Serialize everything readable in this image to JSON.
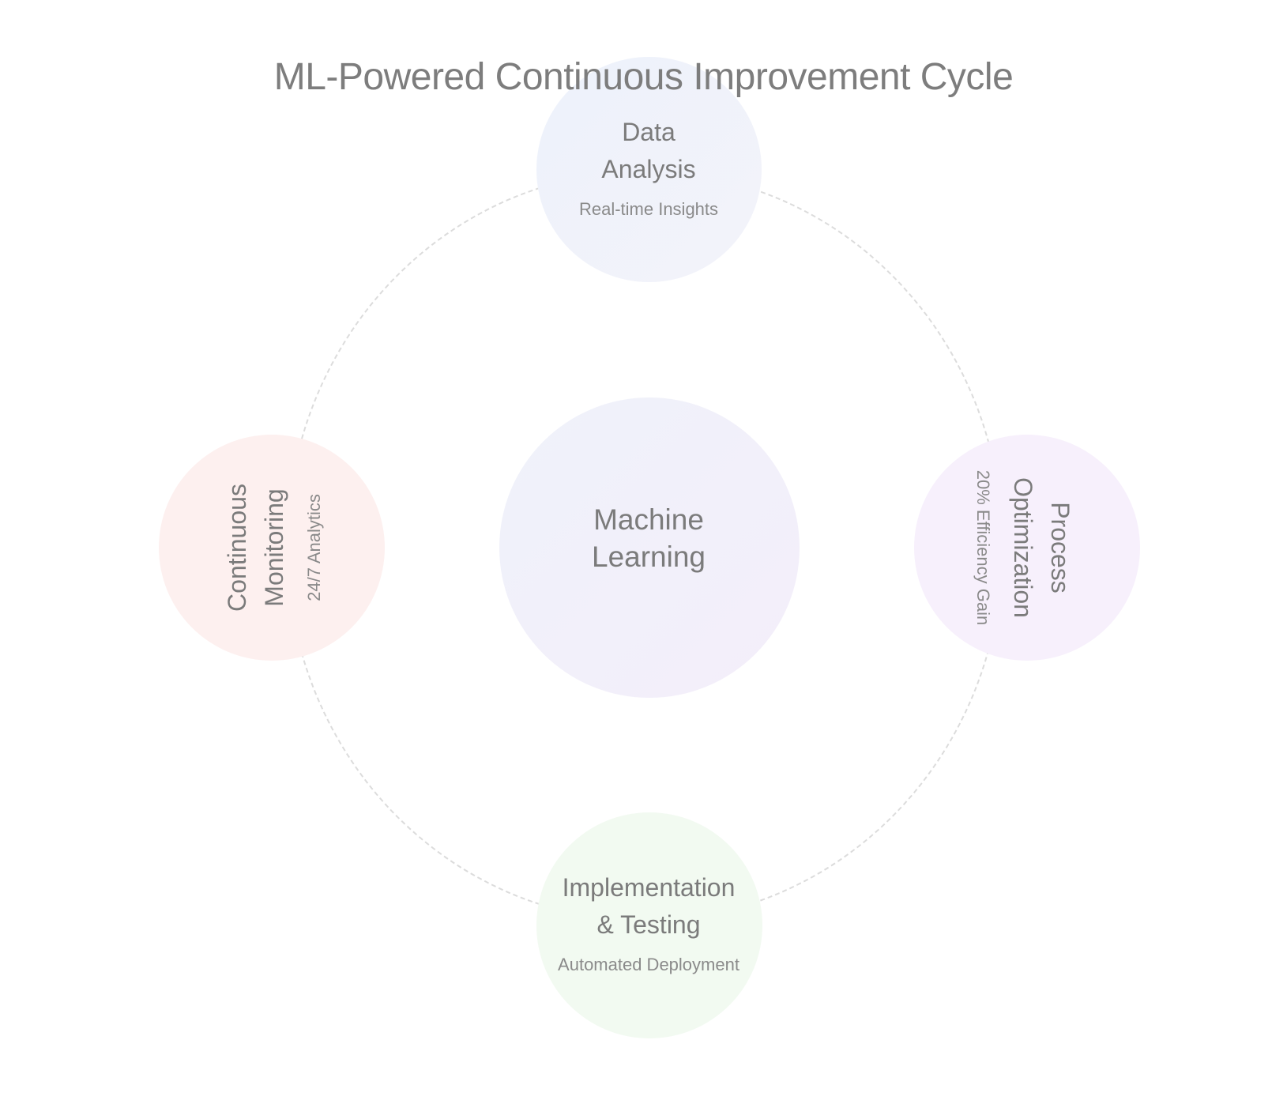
{
  "title": "ML-Powered Continuous Improvement Cycle",
  "center": {
    "lines": [
      "Machine",
      "Learning"
    ]
  },
  "nodes": {
    "data_analysis": {
      "lines": [
        "Data",
        "Analysis"
      ],
      "subtitle": "Real-time Insights",
      "color": "#edf2fb"
    },
    "process_optimization": {
      "lines": [
        "Process",
        "Optimization"
      ],
      "subtitle": "20% Efficiency Gain",
      "color": "#f7f0fc"
    },
    "implementation_testing": {
      "lines": [
        "Implementation",
        "& Testing"
      ],
      "subtitle": "Automated Deployment",
      "color": "#f2faf1"
    },
    "continuous_monitoring": {
      "lines": [
        "Continuous",
        "Monitoring"
      ],
      "subtitle": "24/7 Analytics",
      "color": "#fdf0ef"
    }
  },
  "colors": {
    "center": "#f0f0fa",
    "ring": "#dcdcdc",
    "text": "#7b7b7b"
  }
}
